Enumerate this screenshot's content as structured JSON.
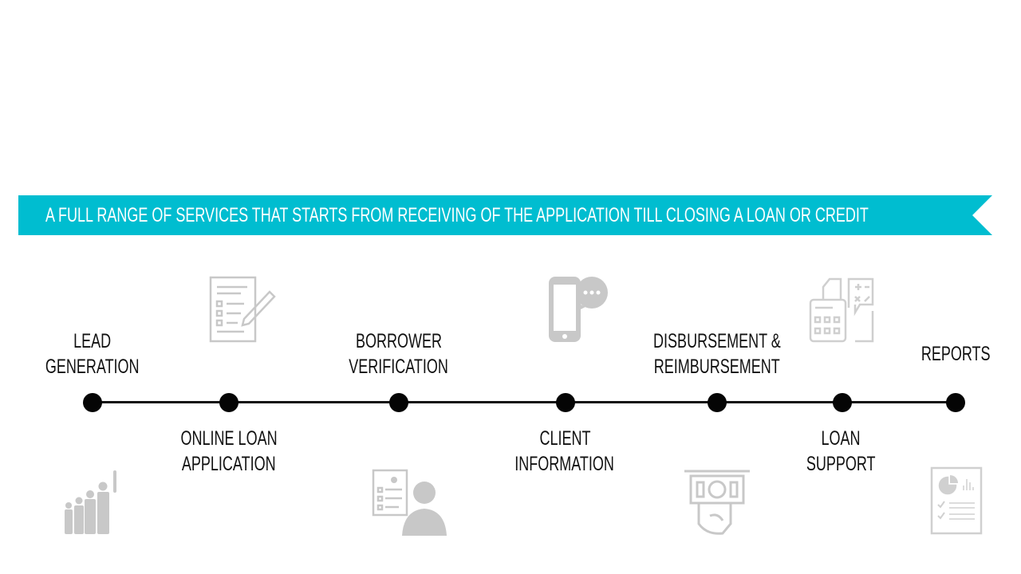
{
  "banner": {
    "text": "A FULL RANGE OF SERVICES THAT  STARTS FROM RECEIVING OF THE APPLICATION TILL CLOSING A LOAN OR CREDIT",
    "color": "#00bdd0"
  },
  "steps": [
    {
      "line1": "LEAD",
      "line2": "GENERATION",
      "icon": "people-growth-icon"
    },
    {
      "line1": "ONLINE LOAN",
      "line2": "APPLICATION",
      "icon": "form-pen-icon"
    },
    {
      "line1": "BORROWER",
      "line2": "VERIFICATION",
      "icon": "profile-document-icon"
    },
    {
      "line1": "CLIENT",
      "line2": "INFORMATION",
      "icon": "phone-chat-icon"
    },
    {
      "line1": "DISBURSEMENT &",
      "line2": "REIMBURSEMENT",
      "icon": "cash-withdraw-icon"
    },
    {
      "line1": "LOAN",
      "line2": "SUPPORT",
      "icon": "calculator-icon"
    },
    {
      "line1": "REPORTS",
      "icon": "report-chart-icon"
    }
  ]
}
